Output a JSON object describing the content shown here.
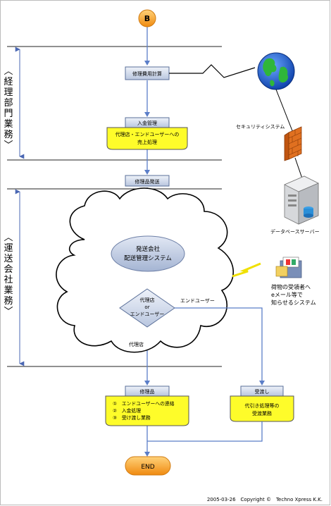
{
  "start_connector": "B",
  "end_terminal": "END",
  "lanes": {
    "accounting": "〈経理部門業務〉",
    "shipping": "〈運送会社業務〉"
  },
  "steps": {
    "repair_cost_calc": "修理費用計算",
    "payment_mgmt": {
      "title": "入金管理",
      "body_line1": "代理店・エンドユーザーへの",
      "body_line2": "売上処理"
    },
    "repair_item_shipping": "修理品発送",
    "shipping_system": {
      "line1": "発送会社",
      "line2": "配送管理システム"
    },
    "decision": {
      "line1": "代理店",
      "line2": "or",
      "line3": "エンドユーザー"
    },
    "repair_item": {
      "title": "修理品",
      "line1": "①　エンドユーザーへの連絡",
      "line2": "②　入金処理",
      "line3": "③　受け渡し業務"
    },
    "handover": {
      "title": "受渡し",
      "line1": "代引き処理等の",
      "line2": "受渡業務"
    }
  },
  "branch_labels": {
    "dealer": "代理店",
    "end_user": "エンドユーザー"
  },
  "side_items": {
    "security_system": "セキュリティシステム",
    "database_server": "データベースサーバー",
    "notify_line1": "荷物の受領者へ",
    "notify_line2": "eメール等で",
    "notify_line3": "知らせるシステム"
  },
  "footer": "2005-03-26　Copyright ©　Techno Xpress K.K.",
  "colors": {
    "step_box": "#d3dcec",
    "step_border": "#5a6f98",
    "note_yellow": "#fefc2a",
    "terminal_orange": "#f5a623",
    "flow_line": "#5b7ec8"
  }
}
